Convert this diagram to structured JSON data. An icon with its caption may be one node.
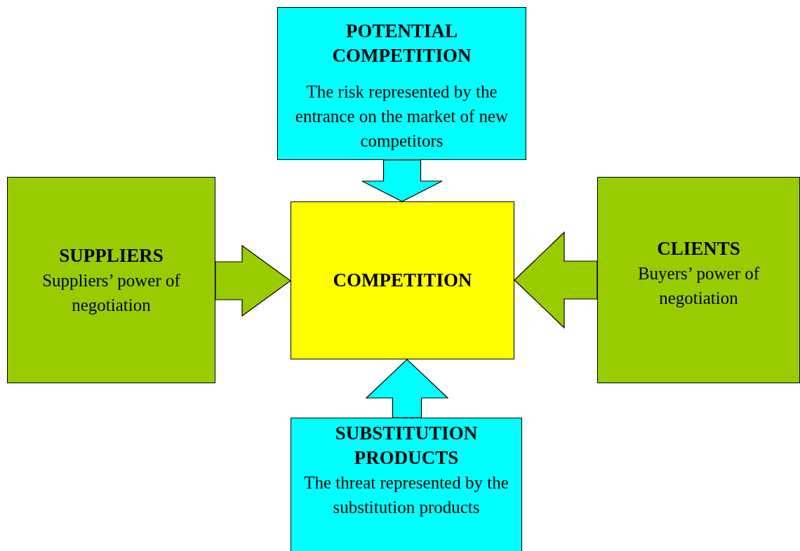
{
  "diagram": {
    "nodes": [
      {
        "text": [
          "POTENTIAL COMPETITION",
          "The risk represented by the entrance on the market of new competitors"
        ]
      },
      {
        "text": [
          "SUPPLIERS",
          "Suppliers’ power of negotiation"
        ]
      },
      {
        "text": [
          "COMPETITION"
        ]
      },
      {
        "text": [
          "CLIENTS",
          "Buyers’ power of negotiation"
        ]
      },
      {
        "text": [
          "SUBSTITUTION PRODUCTS",
          "The threat represented by the substitution products"
        ]
      }
    ],
    "edges": [
      {
        "from": 0,
        "to": 2,
        "arrow": "to"
      },
      {
        "from": 1,
        "to": 2,
        "arrow": "to"
      },
      {
        "from": 3,
        "to": 2,
        "arrow": "to"
      },
      {
        "from": 4,
        "to": 2,
        "arrow": "to"
      }
    ]
  }
}
